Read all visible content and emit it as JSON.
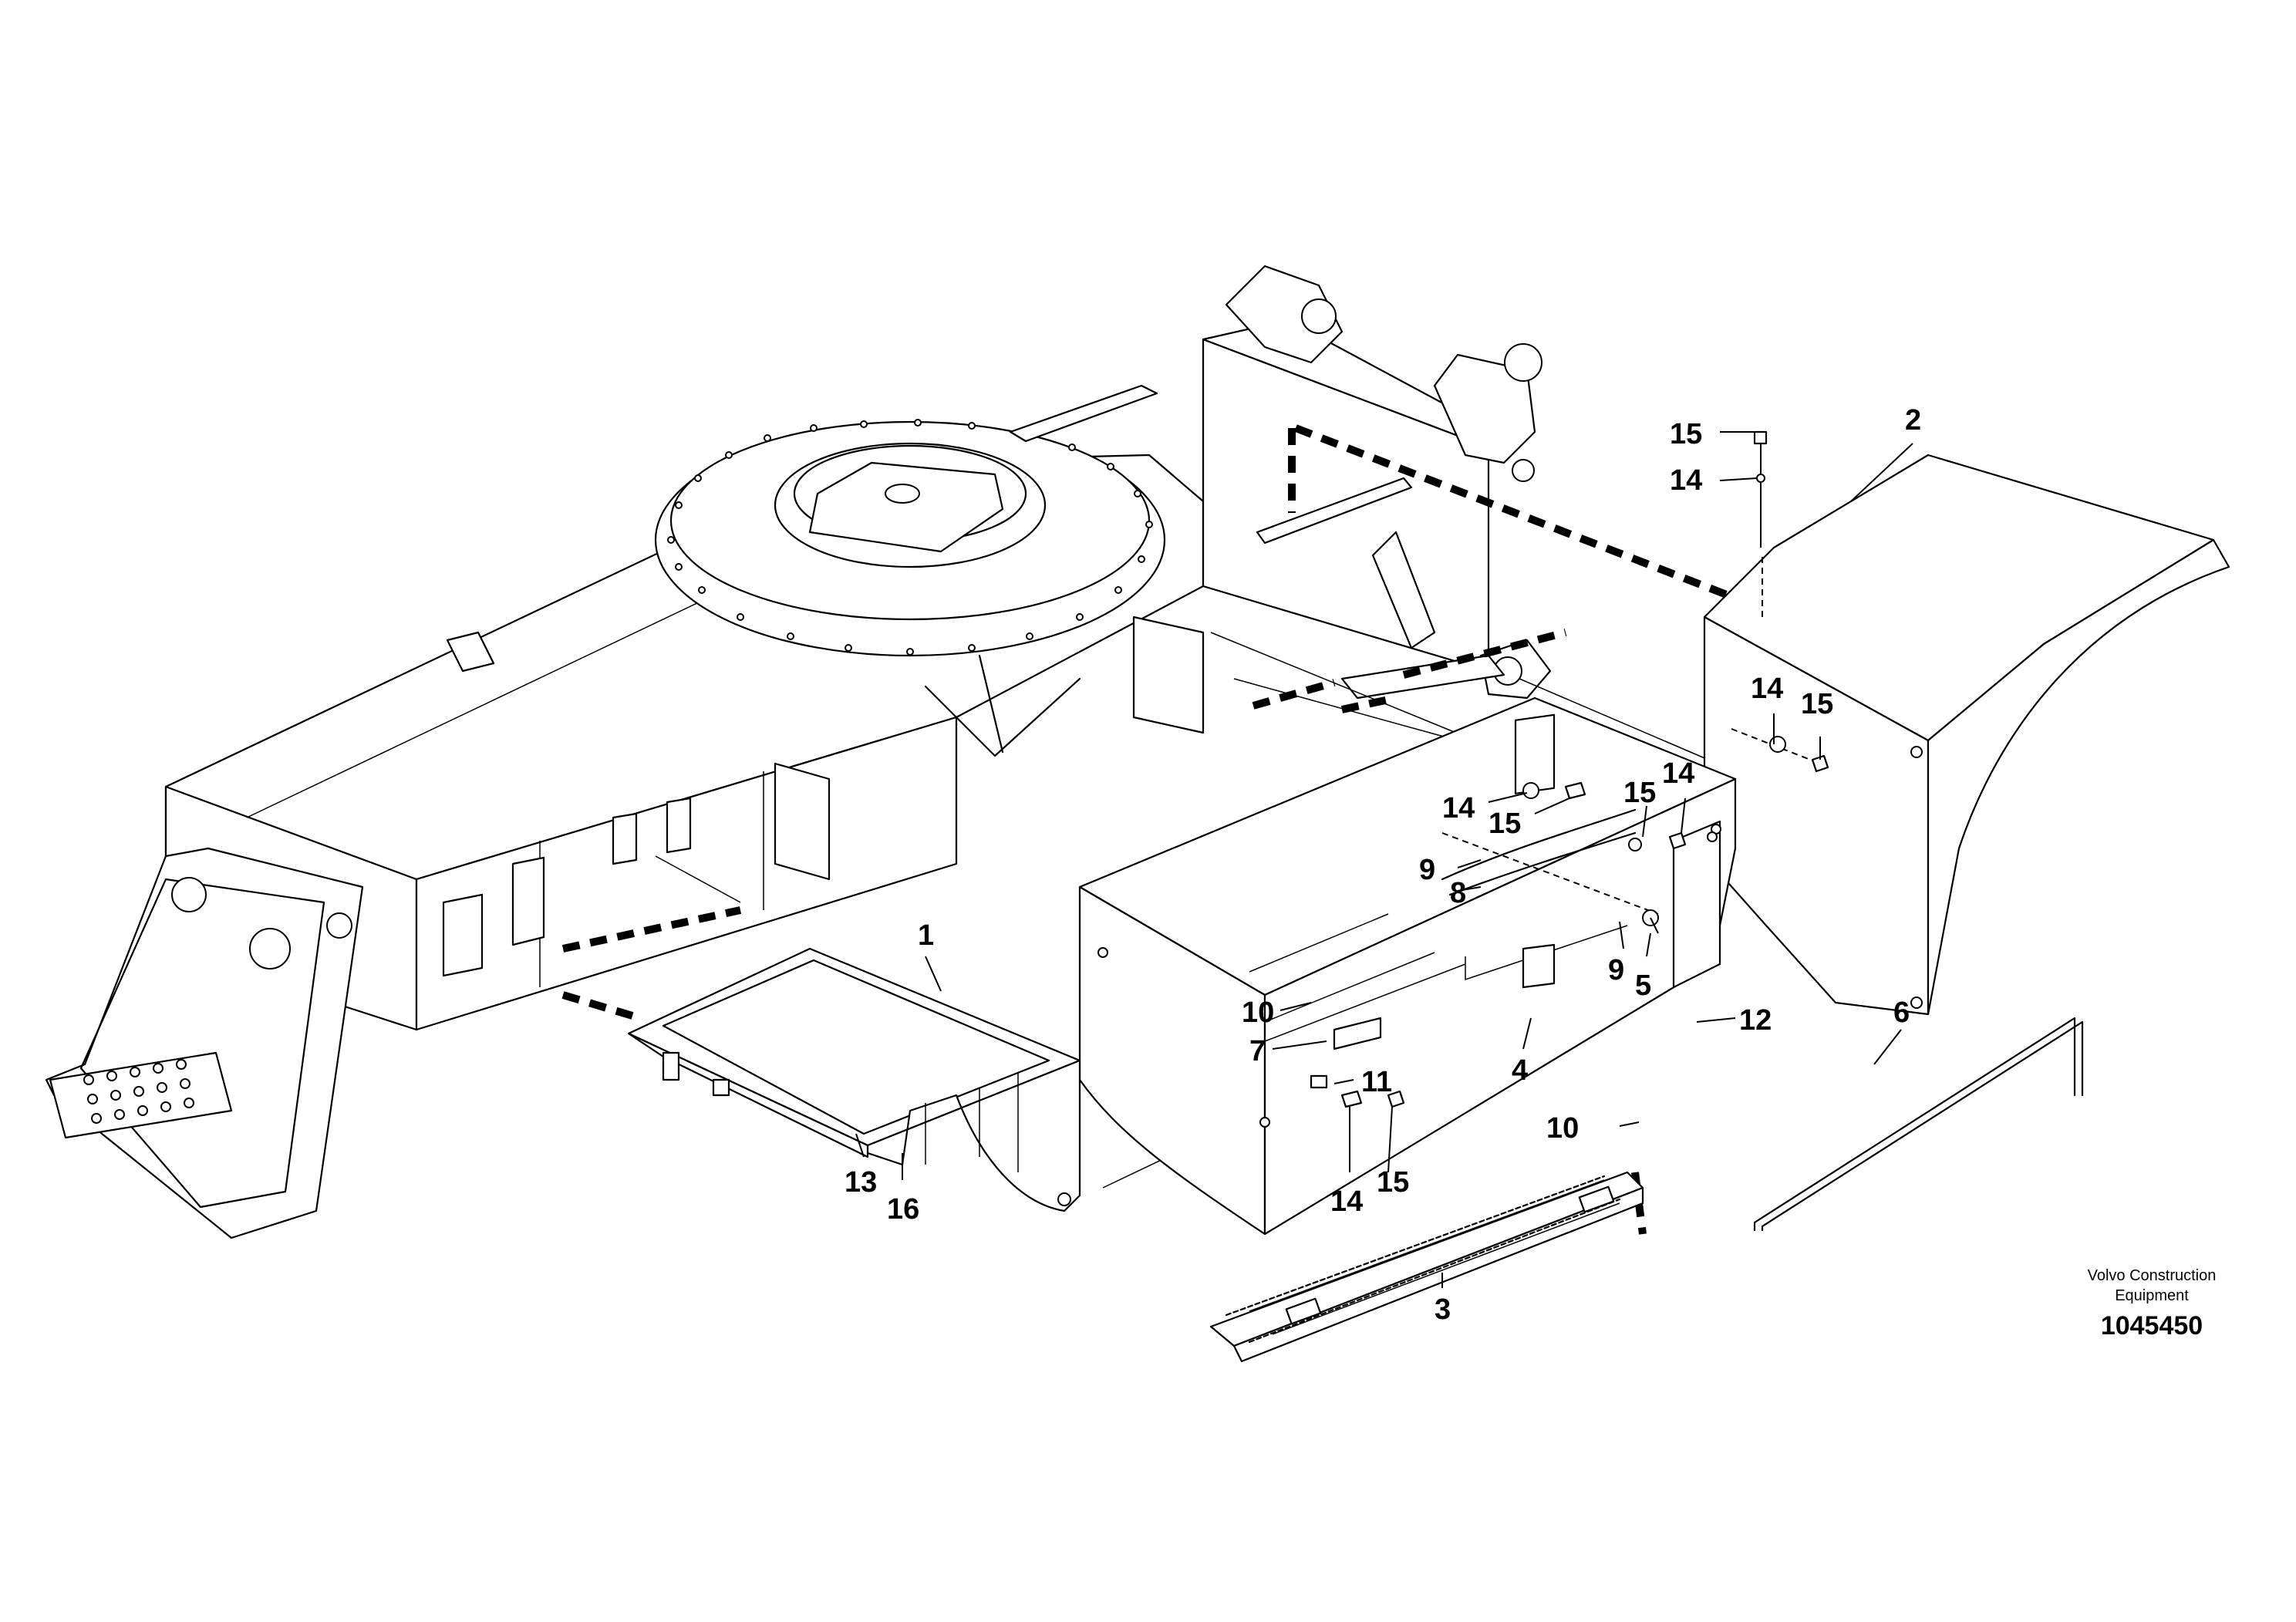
{
  "diagram": {
    "callouts": [
      "15",
      "14",
      "2",
      "14",
      "15",
      "14",
      "15",
      "15",
      "14",
      "9",
      "8",
      "9",
      "5",
      "1",
      "12",
      "10",
      "7",
      "11",
      "4",
      "6",
      "10",
      "14",
      "15",
      "13",
      "16",
      "3"
    ],
    "credit_line1": "Volvo Construction",
    "credit_line2": "Equipment",
    "part_number": "1045450"
  }
}
